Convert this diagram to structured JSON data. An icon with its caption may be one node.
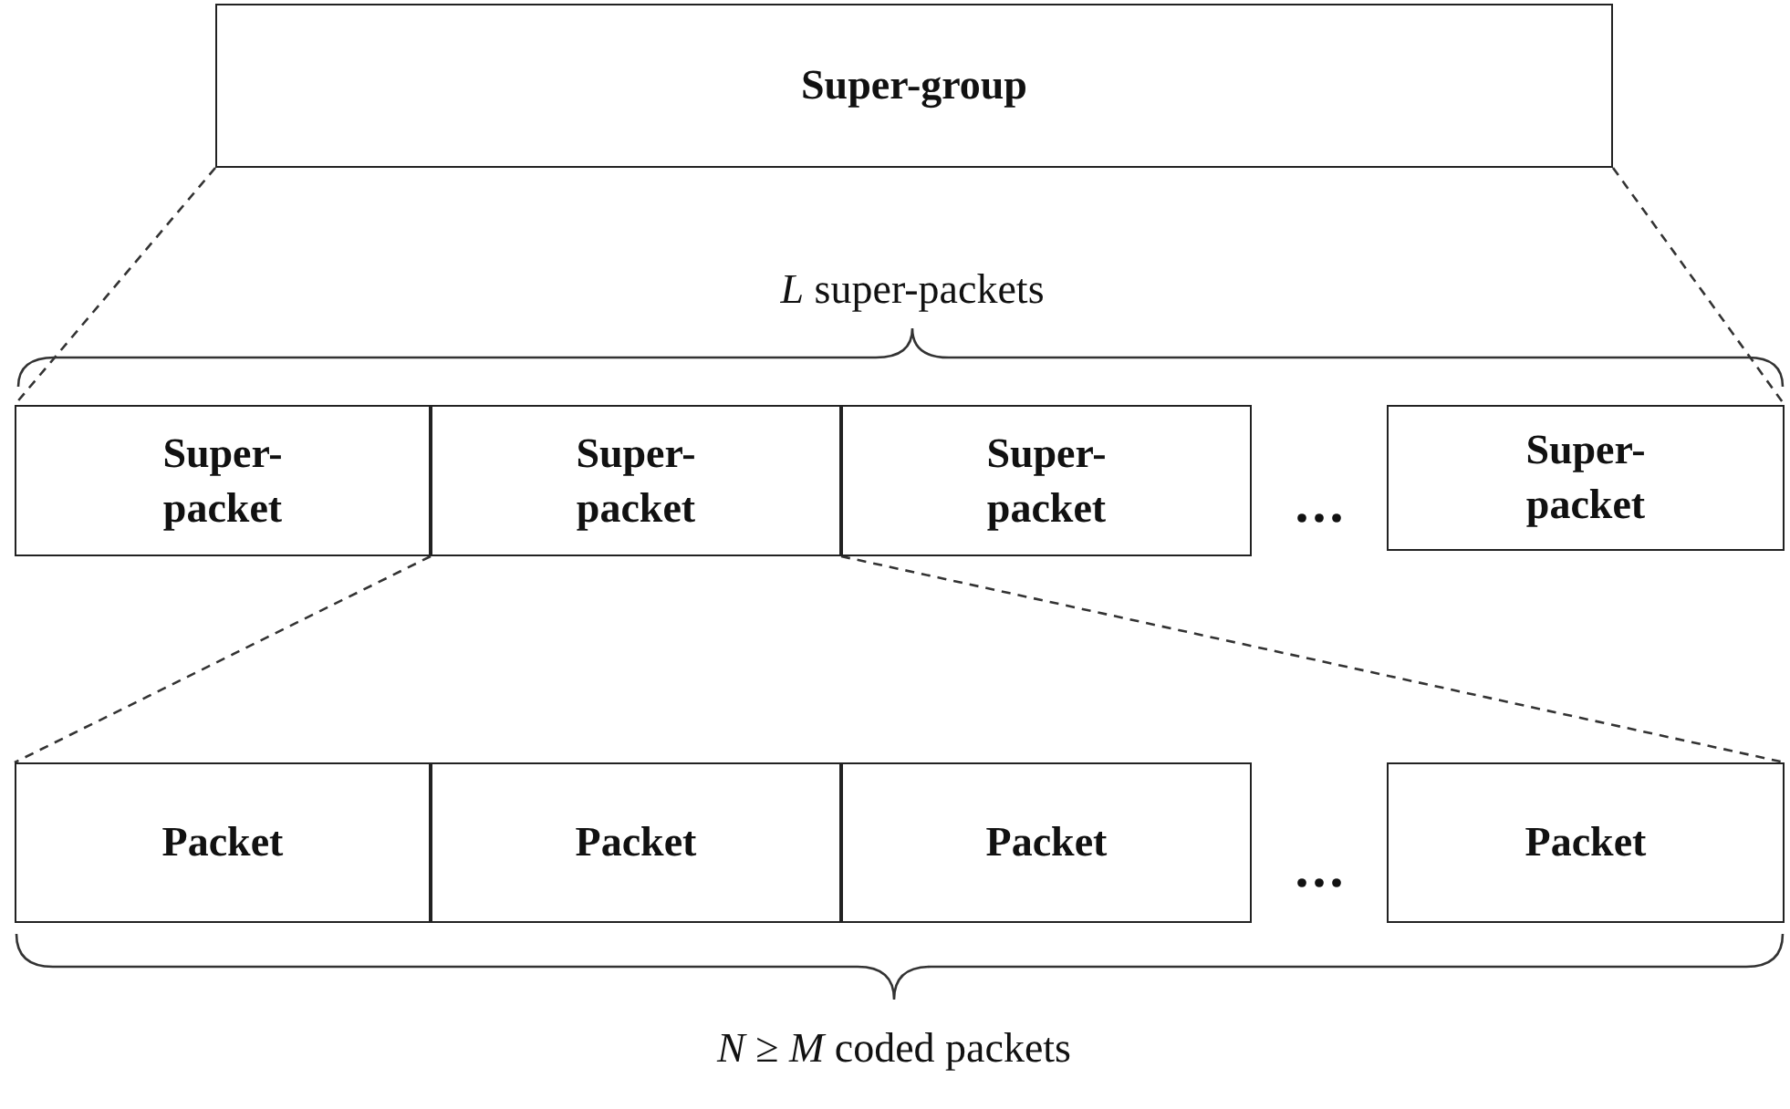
{
  "diagram": {
    "nodes": [
      {
        "text": [
          "Super-group"
        ]
      },
      {
        "text": [
          "Super- packet"
        ]
      },
      {
        "text": [
          "Super- packet"
        ]
      },
      {
        "text": [
          "Super- packet"
        ]
      },
      {
        "text": [
          "Super- packet"
        ]
      },
      {
        "text": [
          "Packet"
        ]
      },
      {
        "text": [
          "Packet"
        ]
      },
      {
        "text": [
          "Packet"
        ]
      },
      {
        "text": [
          "Packet"
        ]
      }
    ],
    "edges": [
      {
        "from": 0,
        "to": 1,
        "arrow": "none",
        "style": "dashed"
      },
      {
        "from": 0,
        "to": 4,
        "arrow": "none",
        "style": "dashed"
      },
      {
        "from": 2,
        "to": 5,
        "arrow": "none",
        "style": "dashed"
      },
      {
        "from": 2,
        "to": 8,
        "arrow": "none",
        "style": "dashed"
      }
    ],
    "labels": [
      "*L* super-packets",
      "...",
      "...",
      "*N* ≥ *M* coded packets"
    ]
  }
}
